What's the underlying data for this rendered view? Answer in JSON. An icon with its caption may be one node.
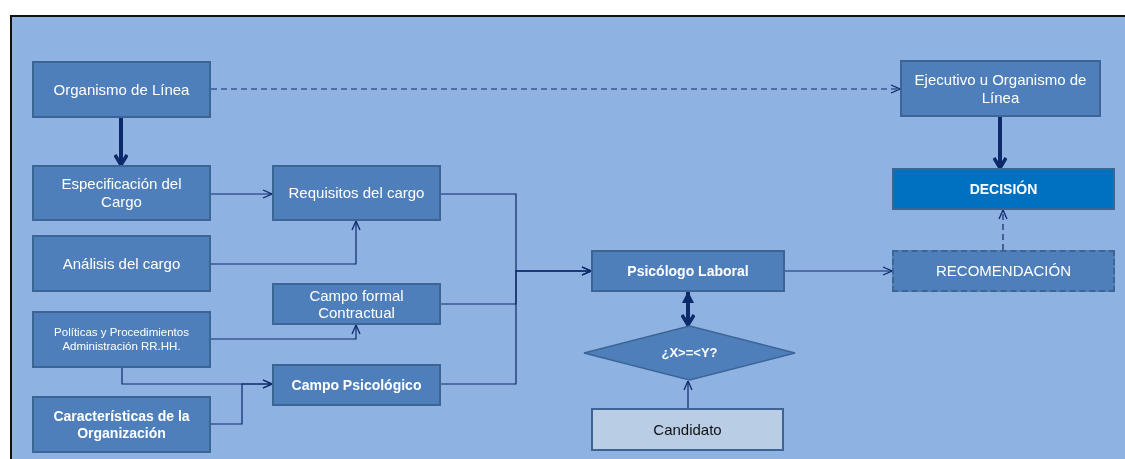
{
  "diagram": {
    "nodes": [
      {
        "text": [
          "Organismo de Línea"
        ]
      },
      {
        "text": [
          "Especificación del Cargo"
        ]
      },
      {
        "text": [
          "Requisitos del cargo"
        ]
      },
      {
        "text": [
          "Análisis del cargo"
        ]
      },
      {
        "text": [
          "Campo formal Contractual"
        ]
      },
      {
        "text": [
          "Políticas y Procedimientos Administración RR.HH."
        ]
      },
      {
        "text": [
          "Campo Psicológico"
        ]
      },
      {
        "text": [
          "Características de la Organización"
        ]
      },
      {
        "text": [
          "Psicólogo Laboral"
        ]
      },
      {
        "text": [
          "¿X>=<Y?"
        ]
      },
      {
        "text": [
          "Candidato"
        ]
      },
      {
        "text": [
          "Ejecutivo u Organismo de Línea"
        ]
      },
      {
        "text": [
          "DECISIÓN"
        ]
      },
      {
        "text": [
          "RECOMENDACIÓN"
        ]
      }
    ],
    "edges": [
      {
        "from": 0,
        "to": 11,
        "arrow": "to",
        "style": "dashed"
      },
      {
        "from": 0,
        "to": 1,
        "arrow": "to",
        "style": "thick"
      },
      {
        "from": 11,
        "to": 12,
        "arrow": "to",
        "style": "thick"
      },
      {
        "from": 1,
        "to": 2,
        "arrow": "to"
      },
      {
        "from": 3,
        "to": 2,
        "arrow": "to"
      },
      {
        "from": 5,
        "to": 4,
        "arrow": "to"
      },
      {
        "from": 5,
        "to": 6,
        "arrow": "to"
      },
      {
        "from": 7,
        "to": 6,
        "arrow": "to"
      },
      {
        "from": 2,
        "to": 8,
        "arrow": "to"
      },
      {
        "from": 4,
        "to": 8,
        "arrow": "to"
      },
      {
        "from": 6,
        "to": 8,
        "arrow": "to"
      },
      {
        "from": 8,
        "to": 13,
        "arrow": "to"
      },
      {
        "from": 13,
        "to": 12,
        "arrow": "to",
        "style": "dashed"
      },
      {
        "from": 8,
        "to": 9,
        "arrow": "both",
        "style": "thick"
      },
      {
        "from": 10,
        "to": 9,
        "arrow": "to"
      }
    ]
  }
}
